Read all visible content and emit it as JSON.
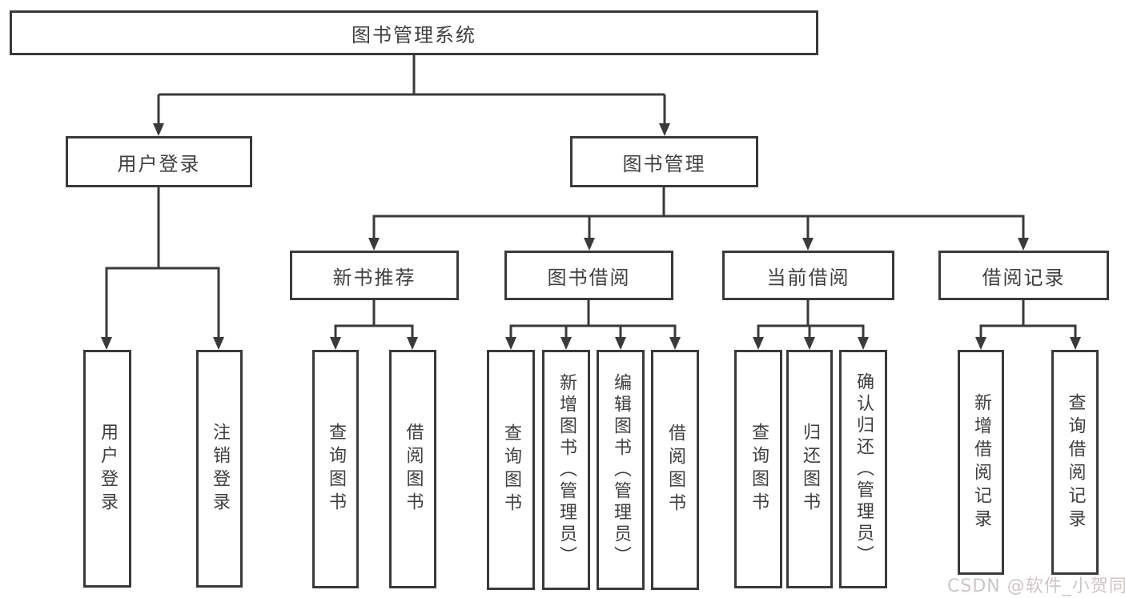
{
  "diagram": {
    "root": {
      "label": "图书管理系统"
    },
    "branches": [
      {
        "label": "用户登录",
        "children": [
          {
            "label": "用户登录"
          },
          {
            "label": "注销登录"
          }
        ]
      },
      {
        "label": "图书管理",
        "children": [
          {
            "label": "新书推荐",
            "children": [
              {
                "label": "查询图书"
              },
              {
                "label": "借阅图书"
              }
            ]
          },
          {
            "label": "图书借阅",
            "children": [
              {
                "label": "查询图书"
              },
              {
                "label": "新增图书（管理员）"
              },
              {
                "label": "编辑图书（管理员）"
              },
              {
                "label": "借阅图书"
              }
            ]
          },
          {
            "label": "当前借阅",
            "children": [
              {
                "label": "查询图书"
              },
              {
                "label": "归还图书"
              },
              {
                "label": "确认归还（管理员）"
              }
            ]
          },
          {
            "label": "借阅记录",
            "children": [
              {
                "label": "新增借阅记录"
              },
              {
                "label": "查询借阅记录"
              }
            ]
          }
        ]
      }
    ]
  },
  "watermark": {
    "text": "CSDN @软件_小贺同学"
  },
  "colors": {
    "line": "#3a3a3a",
    "text": "#3f3f3f",
    "box_fill": "#ffffff",
    "background": "#ffffff",
    "watermark": "#ccc6c6"
  }
}
